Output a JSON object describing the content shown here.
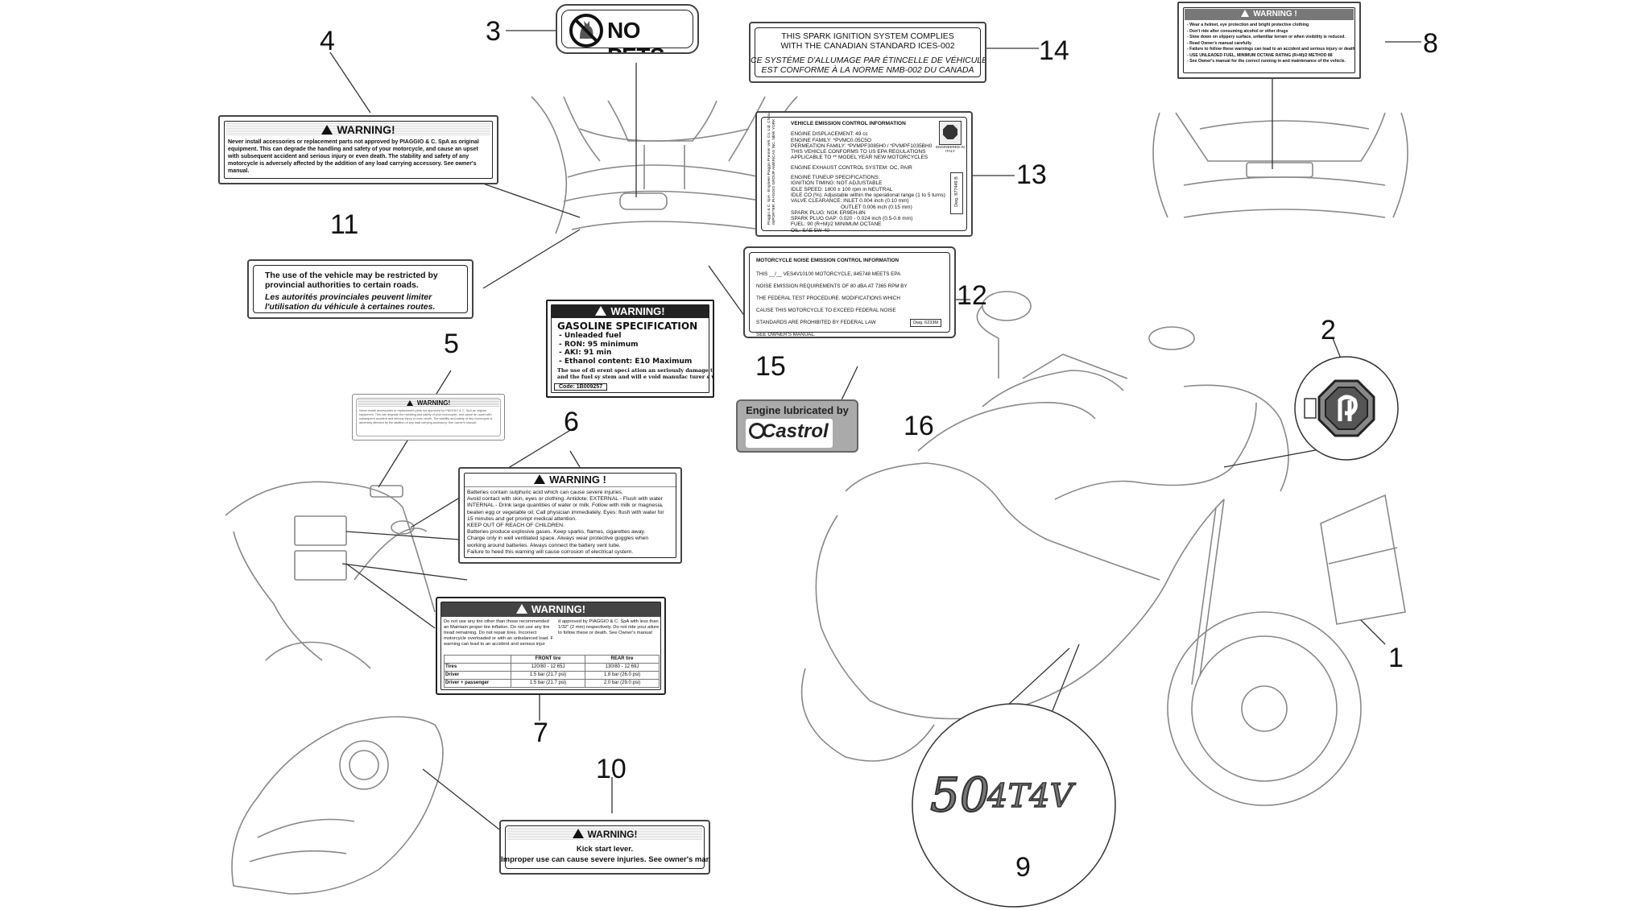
{
  "callouts": [
    {
      "n": "1"
    },
    {
      "n": "2"
    },
    {
      "n": "3"
    },
    {
      "n": "4"
    },
    {
      "n": "5"
    },
    {
      "n": "6"
    },
    {
      "n": "7"
    },
    {
      "n": "8"
    },
    {
      "n": "9"
    },
    {
      "n": "10"
    },
    {
      "n": "11"
    },
    {
      "n": "12"
    },
    {
      "n": "13"
    },
    {
      "n": "14"
    },
    {
      "n": "15"
    },
    {
      "n": "16"
    }
  ],
  "labels": {
    "no_pets": {
      "text": "NO PETS"
    },
    "ices": {
      "line1": "THIS SPARK IGNITION SYSTEM COMPLIES",
      "line2": "WITH THE CANADIAN STANDARD ICES-002",
      "line3": "CE SYSTÈME D'ALLUMAGE PAR ÉTINCELLE DE VÉHICULE",
      "line4": "EST CONFORME À LA NORME NMB-002 DU CANADA"
    },
    "warning_4": {
      "title": "WARNING!",
      "body": "Never install accessories or replacement parts not approved by PIAGGIO & C. SpA as original equipment. This can degrade the handling and safety of your motorcycle, and cause an upset with subsequent accident and serious injury or even death. The stability and safety of any motorcycle is adversely affected by the addition of any load carrying accessory. See owner's manual."
    },
    "warning_8": {
      "title": "WARNING !",
      "lines": [
        "- Wear a helmet, eye protection and bright protective clothing",
        "- Don't ride after consuming alcohol or other drugs",
        "- Slow down on slippery surface, unfamiliar terrain or when visibility is reduced.",
        "- Read Owner's manual carefully.",
        "- Failure to follow these warnings can lead to an accident and serious injury or death",
        "- USE UNLEADED FUEL, MINIMUM OCTANE RATING (R+M)/2 METHOD 88",
        "- See Owner's manual for the correct running in and maintenance of the vehicle."
      ]
    },
    "emission_13": {
      "title": "VEHICLE EMISSION CONTROL INFORMATION",
      "lines": [
        "ENGINE DISPLACEMENT: 49 cc",
        "ENGINE FAMILY: *PVMC0.05C5O",
        "PERMEATION FAMILY: *PVMPF3085H0 / *PVMPF1035BH0",
        "THIS VEHICLE CONFORMS TO US EPA REGULATIONS",
        "APPLICABLE TO ** MODEL YEAR NEW MOTORCYCLES",
        "",
        "ENGINE EXHAUST CONTROL SYSTEM: OC, PAIR",
        "",
        "ENGINE TUNEUP SPECIFICATIONS:",
        "IGNITION TIMING: NOT ADJUSTABLE",
        "IDLE SPEED: 1800 ± 100 rpm in NEUTRAL",
        "IDLE CO (%): Adjustable within the operational range (1 to 5 turns)",
        "VALVE CLEARANCE: INLET 0.004 inch (0.10 mm)",
        "OUTLET 0.006 inch (0.15 mm)",
        "SPARK PLUG: NGK ER9EH-8N",
        "SPARK PLUG GAP: 0.020 - 0.024 inch (0.5-0.6 mm)",
        "FUEL: 90 (R+M)/2 MINIMUM OCTANE",
        "OIL: SAE 5W-40"
      ],
      "side_left": "Piaggio & C. SpA - Engineer Piaggio Premier Veh. Co. Ltd. China",
      "side_left2": "IMPORTER: PIAGGIO GROUP AMERICAS INC. NEW YORK",
      "side_right": "Dwg. 877449 B",
      "brand": "ENGINEERED IN ITALY"
    },
    "warning_11": {
      "line1": "The use of the vehicle may be restricted by",
      "line2": "provincial authorities to certain roads.",
      "line3": "Les autorités provinciales peuvent limiter",
      "line4": "l'utilisation du véhicule à certaines routes."
    },
    "noise_12": {
      "title": "MOTORCYCLE NOISE EMISSION CONTROL INFORMATION",
      "lines": [
        "THIS __/__ VES4V10100 MOTORCYCLE, 845748 MEETS EPA",
        "NOISE EMISSION REQUIREMENTS OF 80 dBA AT 7365 RPM BY",
        "THE FEDERAL TEST PROCEDURE. MODIFICATIONS WHICH",
        "CAUSE THIS MOTORCYCLE TO EXCEED FEDERAL NOISE",
        "STANDARDS ARE PROHIBITED BY FEDERAL LAW",
        "SEE OWNER'S MANUAL."
      ],
      "dwg": "Dwg. 6233M"
    },
    "warning_15": {
      "title": "WARNING!",
      "heading": "GASOLINE SPECIFICATION",
      "lines": [
        "- Unleaded fuel",
        "- RON: 95 minimum",
        "- AKI: 91 min",
        "- Ethanol content: E10 Maximum"
      ],
      "note1": "The use of di erent speci ation an seriously damage the engine",
      "note2": "and the fuel sy stem and will e  void manufac turer s warrant y",
      "code": "Code: 1B009257"
    },
    "castrol_16": {
      "top": "Engine lubricated by",
      "brand": "Castrol"
    },
    "warning_5": {
      "title": "WARNING!"
    },
    "warning_6": {
      "title": "WARNING !",
      "lines": [
        "Batteries contain sulphuric acid which can cause severe injuries.",
        "Avoid contact with skin, eyes or clothing. Antidote: EXTERNAL - Flush with water",
        "INTERNAL - Drink large quantities of water or milk. Follow with milk or magnesia,",
        "beaten egg or vegetable oil. Call physician immediately. Eyes: flush with water for",
        "15 minutes and get prompt medical attention.",
        "KEEP OUT OF REACH OF CHILDREN.",
        "Batteries produce explosive gases. Keep sparks, flames, cigarettes away.",
        "Charge only in well ventilated space. Always wear protective goggles when",
        "working around batteries. Always connect the battery vent tube.",
        "Failure to heed this warning will cause corrosion of electrical system."
      ]
    },
    "warning_7": {
      "title": "WARNING!",
      "col1": "Do not use any tire other than those recommended an Maintain proper tire inflation. Do not use any tire tread remaining. Do not repair tires. Incorrect motorcycle overloaded or with an unbalanced load. F warning can lead to an accident and serious injur",
      "col2": "d approved by PIAGGIO & C. SpA with less than 1/32\" (2 mm) respectively. Do not ride your ailure to follow these or death. See Owner's manual",
      "headers": [
        "",
        "FRONT tire",
        "REAR tire"
      ],
      "rows": [
        [
          "Tires",
          "120/80 - 12 65J",
          "130/80 - 12 69J"
        ],
        [
          "Driver",
          "1.5 bar (21.7 psi)",
          "1.8 bar (26.0 psi)"
        ],
        [
          "Driver + passenger",
          "1.5 bar (21.7 psi)",
          "2.0 bar (29.0 psi)"
        ]
      ]
    },
    "warning_10": {
      "title": "WARNING!",
      "line1": "Kick start lever.",
      "line2": "Improper use can cause severe injuries. See owner's manual."
    },
    "badge_9": {
      "text": "50 4T4V"
    }
  }
}
